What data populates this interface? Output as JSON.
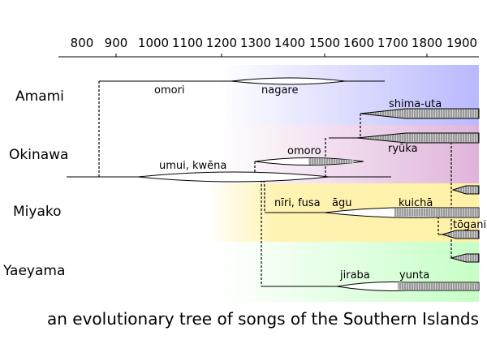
{
  "timeline": {
    "ticks": [
      "800",
      "900",
      "1000",
      "1100",
      "1200",
      "1300",
      "1400",
      "1500",
      "1600",
      "1700",
      "1800",
      "1900"
    ]
  },
  "regions": {
    "amami": "Amami",
    "okinawa": "Okinawa",
    "miyako": "Miyako",
    "yaeyama": "Yaeyama"
  },
  "songs": {
    "omori": "omori",
    "nagare": "nagare",
    "shima_uta": "shima-uta",
    "ryuka": "ryūka",
    "omoro": "omoro",
    "umui_kwena": "umui, kwēna",
    "niri_fusa": "nīri, fusa",
    "agu": "āgu",
    "kuicha": "kuichā",
    "togani": "tōgani",
    "jiraba": "jiraba",
    "yunta": "yunta"
  },
  "caption": "an evolutionary tree of songs of the Southern Islands",
  "colors": {
    "amami": "#b9b9ff",
    "okinawa": "#e0b4da",
    "miyako": "#fff1a6",
    "yaeyama": "#c6ffc6",
    "branch": "#000000",
    "hatch": "#888888"
  }
}
